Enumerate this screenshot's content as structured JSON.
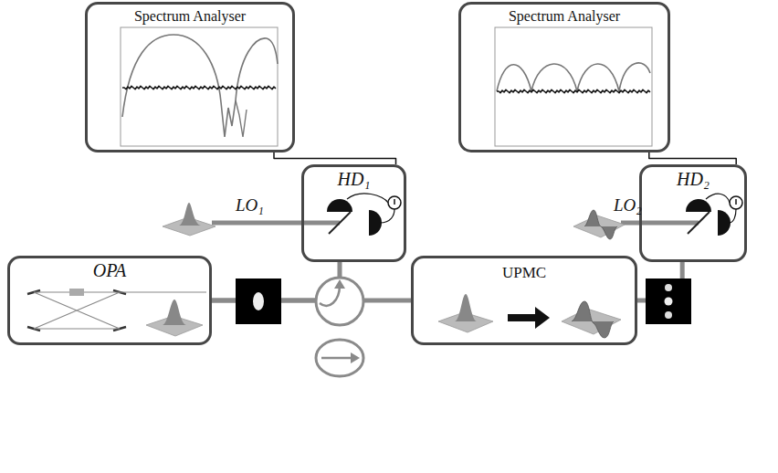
{
  "diagram": {
    "nodes": [
      {
        "text": [
          "Spectrum Analyser"
        ]
      },
      {
        "text": [
          "Spectrum Analyser"
        ]
      },
      {
        "text": [
          "HD₁"
        ]
      },
      {
        "text": [
          "HD₂"
        ]
      },
      {
        "text": [
          "OPA"
        ]
      },
      {
        "text": [
          "UPMC"
        ]
      }
    ],
    "edges": [
      {
        "from": 2,
        "to": 0,
        "arrow": "none"
      },
      {
        "from": 3,
        "to": 1,
        "arrow": "none"
      },
      {
        "from": 4,
        "to": 2,
        "arrow": "none"
      },
      {
        "from": 4,
        "to": 5,
        "arrow": "none"
      },
      {
        "from": 5,
        "to": 3,
        "arrow": "none"
      }
    ],
    "labels": [
      "LO₁",
      "LO₂"
    ]
  }
}
